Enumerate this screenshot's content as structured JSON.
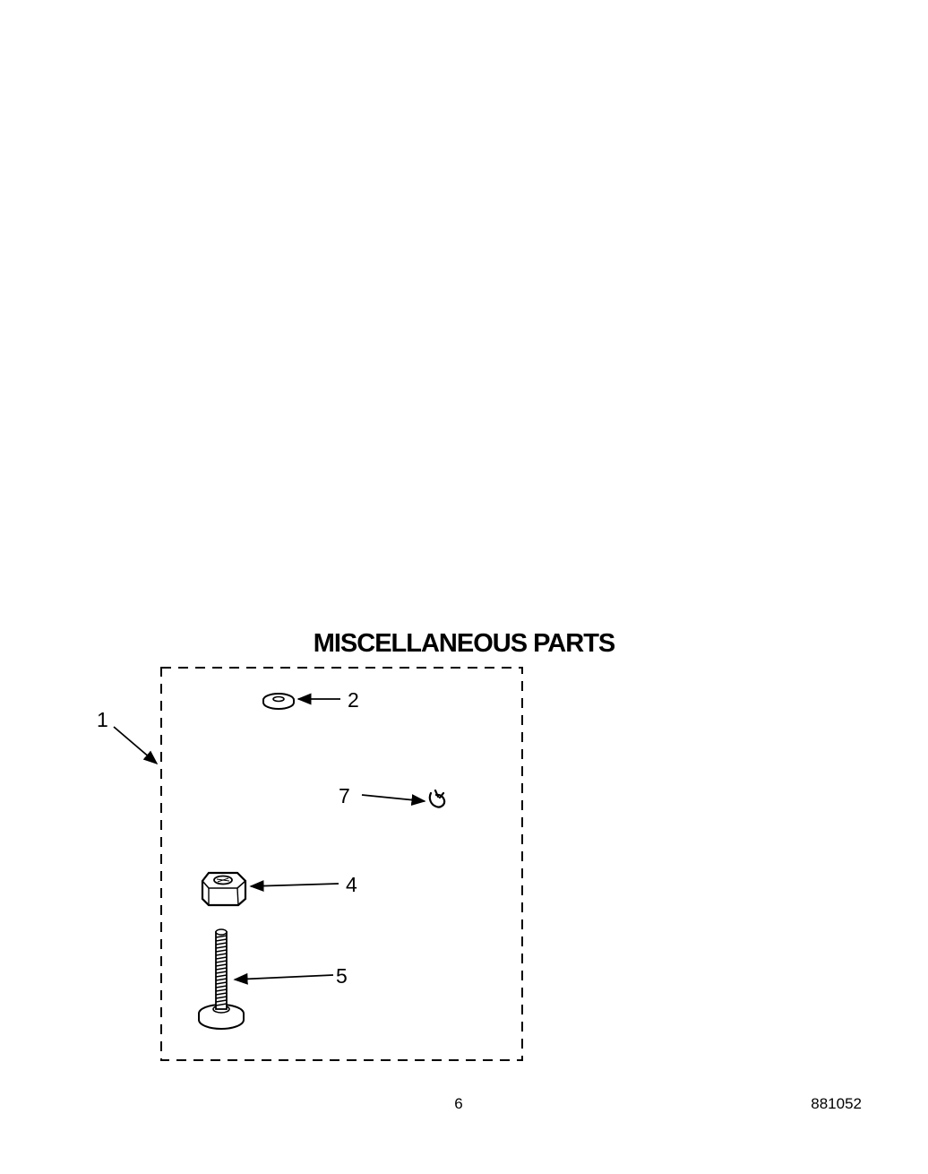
{
  "title": "MISCELLANEOUS PARTS",
  "callouts": [
    {
      "label": "1",
      "part": "kit-outline"
    },
    {
      "label": "2",
      "part": "washer"
    },
    {
      "label": "7",
      "part": "clip"
    },
    {
      "label": "4",
      "part": "hex-nut"
    },
    {
      "label": "5",
      "part": "bolt"
    }
  ],
  "footer": {
    "page_number": "6",
    "doc_number": "881052"
  }
}
